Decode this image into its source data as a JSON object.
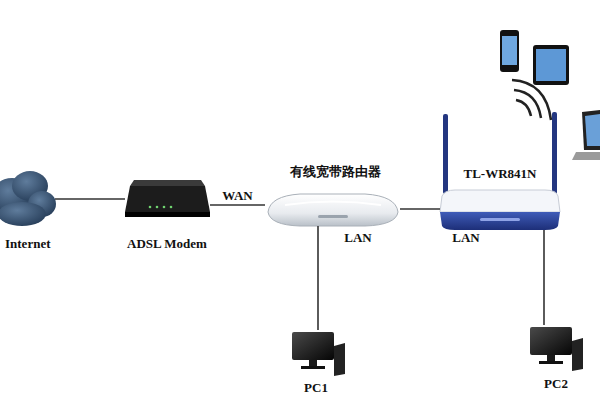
{
  "diagram": {
    "nodes": [
      {
        "text": [
          "Internet"
        ]
      },
      {
        "text": [
          "ADSL Modem"
        ]
      },
      {
        "text": [
          "有线宽带路由器"
        ]
      },
      {
        "text": [
          "TL-WR841N"
        ]
      },
      {
        "text": [
          "PC1"
        ]
      },
      {
        "text": [
          "PC2"
        ]
      }
    ],
    "edges": [
      {
        "from": 0,
        "to": 1,
        "arrow": "none"
      },
      {
        "from": 1,
        "to": 2,
        "arrow": "none",
        "label": "WAN"
      },
      {
        "from": 2,
        "to": 3,
        "arrow": "none"
      },
      {
        "from": 2,
        "to": 4,
        "arrow": "none"
      },
      {
        "from": 3,
        "to": 5,
        "arrow": "none"
      }
    ],
    "labels": [
      "LAN",
      "LAN"
    ]
  }
}
